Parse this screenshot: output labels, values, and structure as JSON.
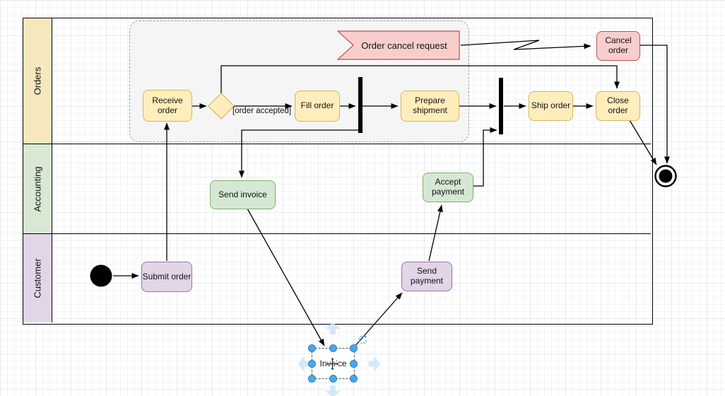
{
  "diagram": {
    "lanes": [
      {
        "label": "Orders",
        "fill": "#f6e8bc"
      },
      {
        "label": "Accounting",
        "fill": "#d8e8d3"
      },
      {
        "label": "Customer",
        "fill": "#e1d6e8"
      }
    ],
    "nodes": {
      "receive_order": {
        "label": "Receive order",
        "palette": "yellow"
      },
      "fill_order": {
        "label": "Fill order",
        "palette": "yellow"
      },
      "prepare_shipment": {
        "label": "Prepare shipment",
        "palette": "yellow"
      },
      "ship_order": {
        "label": "Ship order",
        "palette": "yellow"
      },
      "close_order": {
        "label": "Close order",
        "palette": "yellow"
      },
      "cancel_order": {
        "label": "Cancel order",
        "palette": "red"
      },
      "order_cancel_request": {
        "label": "Order cancel request",
        "palette": "red"
      },
      "send_invoice": {
        "label": "Send invoice",
        "palette": "green"
      },
      "accept_payment": {
        "label": "Accept payment",
        "palette": "green"
      },
      "submit_order": {
        "label": "Submit order",
        "palette": "purple"
      },
      "send_payment": {
        "label": "Send payment",
        "palette": "purple"
      },
      "invoice": {
        "label": "Invoice",
        "selected": true
      }
    },
    "edge_labels": {
      "order_accepted": "[order accepted]"
    },
    "colors": {
      "task_yellow_fill": "#ffeebc",
      "task_yellow_stroke": "#d6b656",
      "task_green_fill": "#d5e8d4",
      "task_green_stroke": "#82b366",
      "task_purple_fill": "#e1d5e7",
      "task_purple_stroke": "#9673a6",
      "task_red_fill": "#f8cecc",
      "task_red_stroke": "#b85450",
      "group_fill": "#f5f5f6",
      "edge_stroke": "#000000",
      "selection_handle": "#4aa8e8",
      "selection_arrow": "#cfe6f6"
    }
  }
}
